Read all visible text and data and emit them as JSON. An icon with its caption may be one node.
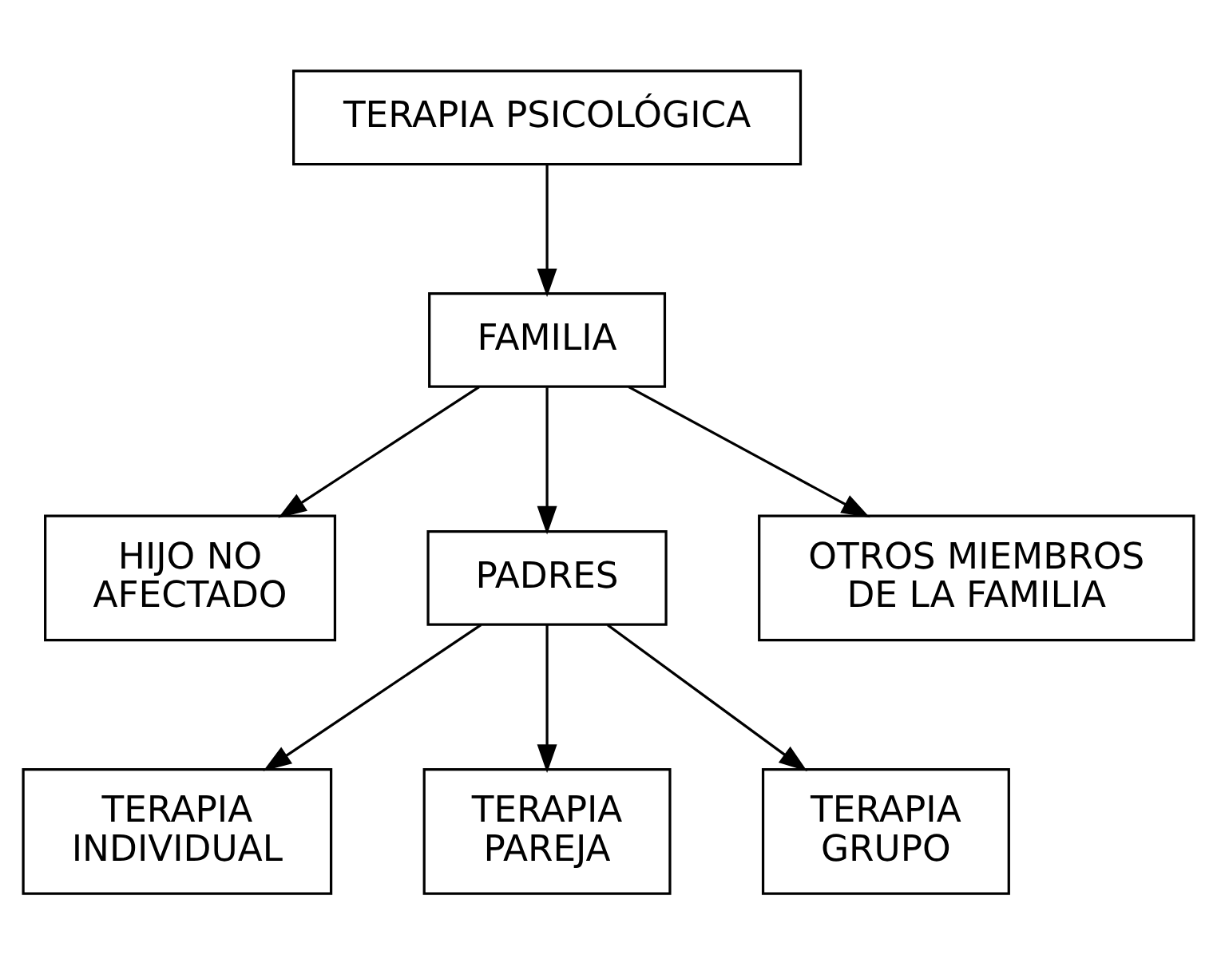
{
  "diagram": {
    "nodes": [
      {
        "text": [
          "TERAPIA PSICOLÓGICA"
        ]
      },
      {
        "text": [
          "FAMILIA"
        ]
      },
      {
        "text": [
          "HIJO NO AFECTADO"
        ]
      },
      {
        "text": [
          "PADRES"
        ]
      },
      {
        "text": [
          "OTROS MIEMBROS DE LA FAMILIA"
        ]
      },
      {
        "text": [
          "TERAPIA INDIVIDUAL"
        ]
      },
      {
        "text": [
          "TERAPIA PAREJA"
        ]
      },
      {
        "text": [
          "TERAPIA GRUPO"
        ]
      }
    ],
    "edges": [
      {
        "from": 0,
        "to": 1,
        "arrow": "to"
      },
      {
        "from": 1,
        "to": 2,
        "arrow": "to"
      },
      {
        "from": 1,
        "to": 3,
        "arrow": "to"
      },
      {
        "from": 1,
        "to": 4,
        "arrow": "to"
      },
      {
        "from": 3,
        "to": 5,
        "arrow": "to"
      },
      {
        "from": 3,
        "to": 6,
        "arrow": "to"
      },
      {
        "from": 3,
        "to": 7,
        "arrow": "to"
      }
    ]
  }
}
